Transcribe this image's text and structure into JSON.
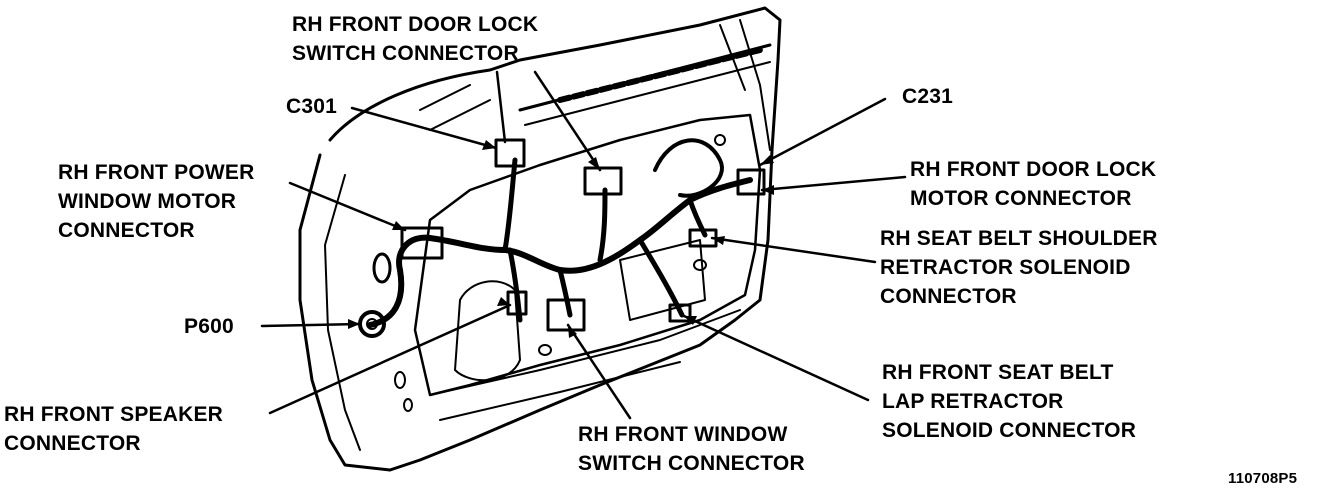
{
  "labels": {
    "door_lock_switch": [
      "RH FRONT DOOR LOCK",
      "SWITCH CONNECTOR"
    ],
    "c301": "C301",
    "power_window_motor": [
      "RH FRONT POWER",
      "WINDOW MOTOR",
      "CONNECTOR"
    ],
    "p600": "P600",
    "speaker": [
      "RH FRONT SPEAKER",
      "CONNECTOR"
    ],
    "window_switch": [
      "RH FRONT WINDOW",
      "SWITCH CONNECTOR"
    ],
    "c231": "C231",
    "door_lock_motor": [
      "RH FRONT DOOR LOCK",
      "MOTOR CONNECTOR"
    ],
    "shoulder_retractor": [
      "RH SEAT BELT SHOULDER",
      "RETRACTOR SOLENOID",
      "CONNECTOR"
    ],
    "lap_retractor": [
      "RH FRONT SEAT BELT",
      "LAP RETRACTOR",
      "SOLENOID CONNECTOR"
    ],
    "figure_number": "110708P5"
  },
  "colors": {
    "ink": "#000000",
    "paper": "#ffffff"
  }
}
